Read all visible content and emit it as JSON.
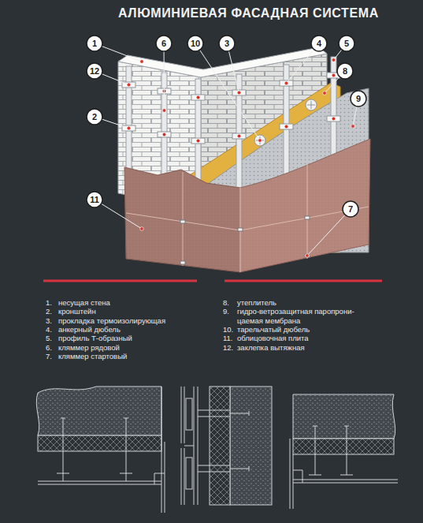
{
  "diagram": {
    "title": "АЛЮМИНИЕВАЯ ФАСАДНАЯ СИСТЕМА",
    "nodes": [
      {
        "text": [
          "1"
        ]
      },
      {
        "text": [
          "6"
        ]
      },
      {
        "text": [
          "10"
        ]
      },
      {
        "text": [
          "3"
        ]
      },
      {
        "text": [
          "4"
        ]
      },
      {
        "text": [
          "5"
        ]
      },
      {
        "text": [
          "12"
        ]
      },
      {
        "text": [
          "8"
        ]
      },
      {
        "text": [
          "2"
        ]
      },
      {
        "text": [
          "9"
        ]
      },
      {
        "text": [
          "11"
        ]
      },
      {
        "text": [
          "7"
        ]
      }
    ],
    "labels": [
      "1.",
      "несущая стена",
      "2.",
      "кронштейн",
      "3.",
      "прокладка термоизолирующая",
      "4.",
      "анкерный дюбель",
      "5.",
      "профиль Т-образный",
      "6.",
      "кляммер рядовой",
      "7.",
      "кляммер стартовый",
      "8.",
      "утеплитель",
      "9.",
      "гидро-ветрозащитная паропрони- цаемая мембрана",
      "10.",
      "тарельчатый дюбель",
      "11.",
      "облицовочная плита",
      "12.",
      "заклепка вытяжная"
    ]
  }
}
